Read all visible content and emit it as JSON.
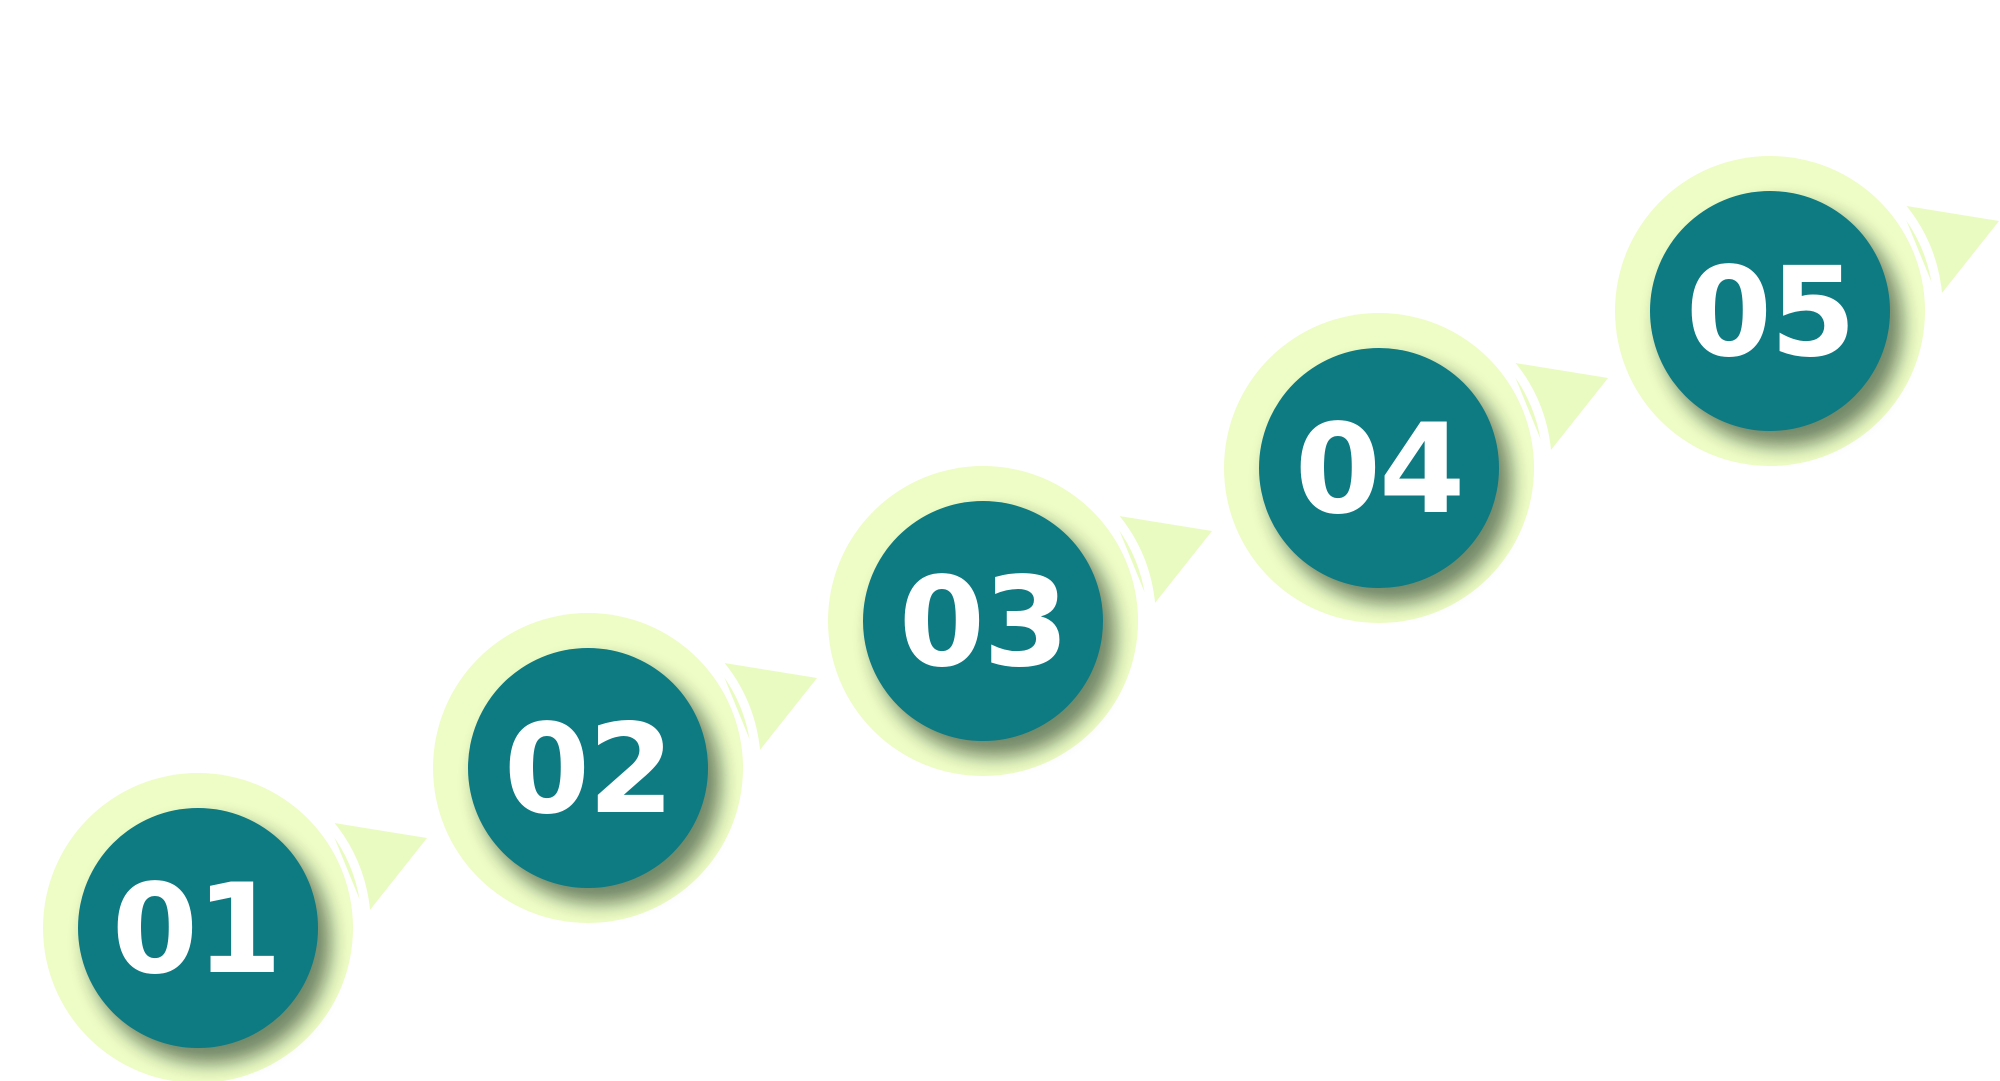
{
  "steps": [
    {
      "number": "01"
    },
    {
      "number": "02"
    },
    {
      "number": "03"
    },
    {
      "number": "04"
    },
    {
      "number": "05"
    }
  ],
  "colors": {
    "background": "#ffffff",
    "outer_ring": "#eefcc6",
    "inner_circle": "#0e7a82",
    "arrow": "#e9fbc0",
    "label": "#ffffff"
  }
}
